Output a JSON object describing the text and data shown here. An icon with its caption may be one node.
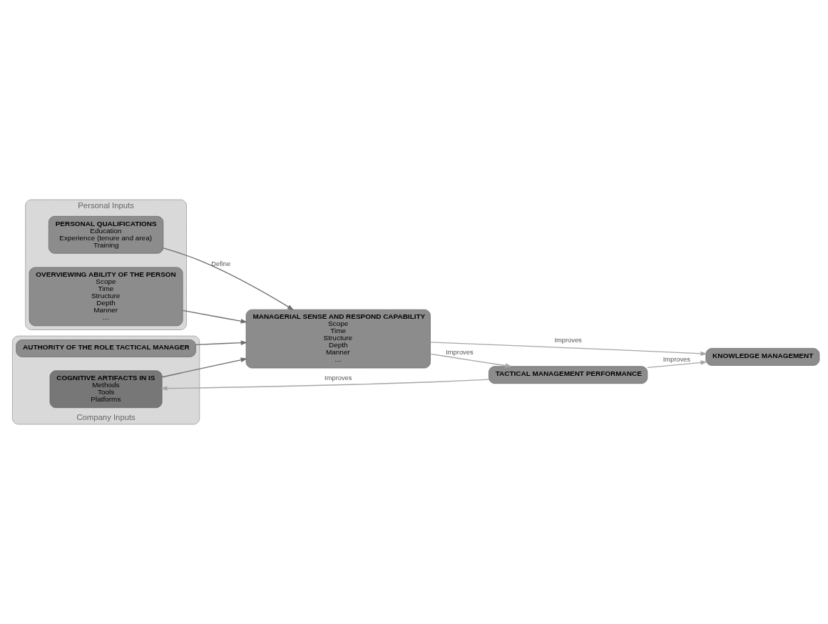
{
  "diagram": {
    "nodes": [
      {
        "text": [
          "Personal Inputs"
        ]
      },
      {
        "text": [
          "OVERVIEWING ABILITY OF THE PERSON",
          "Scope",
          "Time",
          "Structure",
          "Depth",
          "Manner",
          "…"
        ],
        "in": 0
      },
      {
        "text": [
          "PERSONAL QUALIFICATIONS",
          "Education",
          "Experience (tenure and area)",
          "Training"
        ],
        "in": 0
      },
      {
        "text": [
          "MANAGERIAL SENSE AND RESPOND CAPABILITY",
          "Scope",
          "Time",
          "Structure",
          "Depth",
          "Manner",
          "…"
        ]
      },
      {
        "text": [
          "Company Inputs"
        ]
      },
      {
        "text": [
          "AUTHORITY OF THE ROLE TACTICAL MANAGER"
        ],
        "in": 4
      },
      {
        "text": [
          "COGNITIVE ARTIFACTS IN IS",
          "Methods",
          "Tools",
          "Platforms"
        ],
        "in": 4
      },
      {
        "text": [
          "TACTICAL MANAGEMENT PERFORMANCE"
        ]
      },
      {
        "text": [
          "KNOWLEDGE MANAGEMENT"
        ]
      }
    ],
    "edges": [
      {
        "from": 1,
        "to": 3,
        "arrow": "to",
        "color": "#6e6e6e"
      },
      {
        "from": 2,
        "to": 3,
        "arrow": "to",
        "label": "Define",
        "color": "#6e6e6e"
      },
      {
        "from": 5,
        "to": 3,
        "arrow": "to",
        "color": "#6e6e6e"
      },
      {
        "from": 6,
        "to": 3,
        "arrow": "to",
        "color": "#6e6e6e"
      },
      {
        "from": 3,
        "to": 7,
        "arrow": "to",
        "label": "Improves",
        "color": "#a6a6a6"
      },
      {
        "from": 3,
        "to": 8,
        "arrow": "to",
        "label": "Improves",
        "color": "#a6a6a6"
      },
      {
        "from": 7,
        "to": 6,
        "arrow": "to",
        "label": "Improves",
        "color": "#a6a6a6"
      },
      {
        "from": 7,
        "to": 8,
        "arrow": "to",
        "label": "Improves",
        "color": "#a6a6a6"
      }
    ]
  }
}
